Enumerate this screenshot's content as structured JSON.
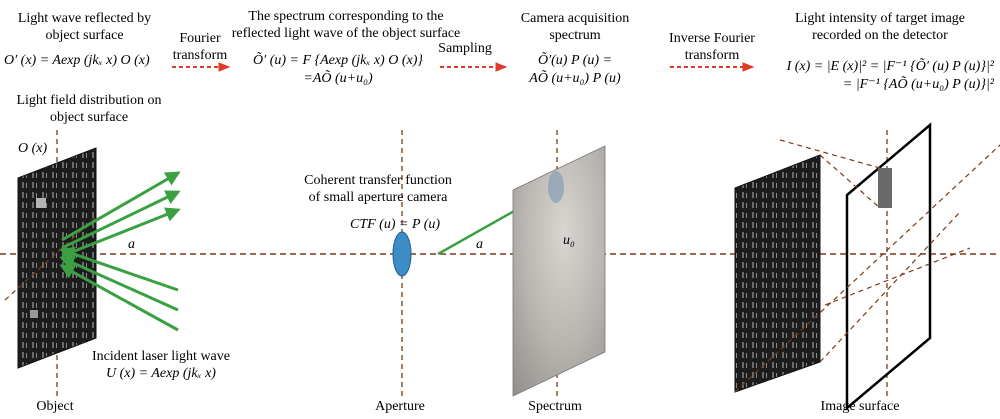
{
  "top": {
    "object_wave_label": [
      "Light wave reflected by",
      "object surface"
    ],
    "object_wave_eq": "O′ (x) = Aexp (jkₓ x) O (x)",
    "fourier_label": [
      "Fourier",
      "transform"
    ],
    "spectrum_label": [
      "The spectrum corresponding to the",
      "reflected light wave of the object surface"
    ],
    "spectrum_eq": [
      "Õ′ (u) = F {Aexp (jkₓ x) O (x)}",
      "=AÕ (u+u₀)"
    ],
    "sampling_label": "Sampling",
    "camera_label": [
      "Camera acquisition",
      "spectrum"
    ],
    "camera_eq": [
      "Õ′(u) P (u) =",
      "AÕ (u+u₀) P (u)"
    ],
    "inverse_label": [
      "Inverse Fourier",
      "transform"
    ],
    "intensity_label": [
      "Light intensity of target image",
      "recorded on the detector"
    ],
    "intensity_eq": [
      "I (x) = |E (x)|² = |F⁻¹ {Õ′ (u) P (u)}|²",
      "= |F⁻¹ {AÕ (u+u₀) P (u)}|²"
    ]
  },
  "diagram": {
    "field_label": [
      "Light field distribution on",
      "object surface"
    ],
    "object_field_symbol": "O (x)",
    "ctf_label": [
      "Coherent transfer function",
      "of small aperture camera"
    ],
    "ctf_eq": "CTF (u) = P (u)",
    "angle_label_left": "a",
    "angle_label_mid": "a",
    "u0_label": "u₀",
    "laser_label": [
      "Incident laser light wave",
      "U (x) = Aexp (jkₓ x)"
    ]
  },
  "bottom": {
    "object": "Object",
    "aperture": "Aperture",
    "spectrum": "Spectrum",
    "image_surface": "Image surface"
  },
  "colors": {
    "axis": "#7a3b1a",
    "arrow_green": "#3aa041",
    "transform_arrow": "#e03a2a",
    "lens": "#3c8dc6"
  }
}
